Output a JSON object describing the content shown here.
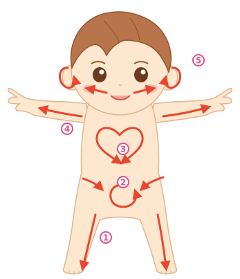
{
  "colors": {
    "skin": "#fde7cf",
    "skin_outline": "#e0b48f",
    "hair": "#b8744a",
    "hair_dark": "#93562f",
    "arrow": "#e8472f",
    "badge": "#e0528a",
    "cheek": "#f6a8a0"
  },
  "badges": [
    {
      "id": "1",
      "label": "1"
    },
    {
      "id": "2",
      "label": "2"
    },
    {
      "id": "3",
      "label": "3"
    },
    {
      "id": "4",
      "label": "4"
    },
    {
      "id": "5",
      "label": "5"
    }
  ]
}
